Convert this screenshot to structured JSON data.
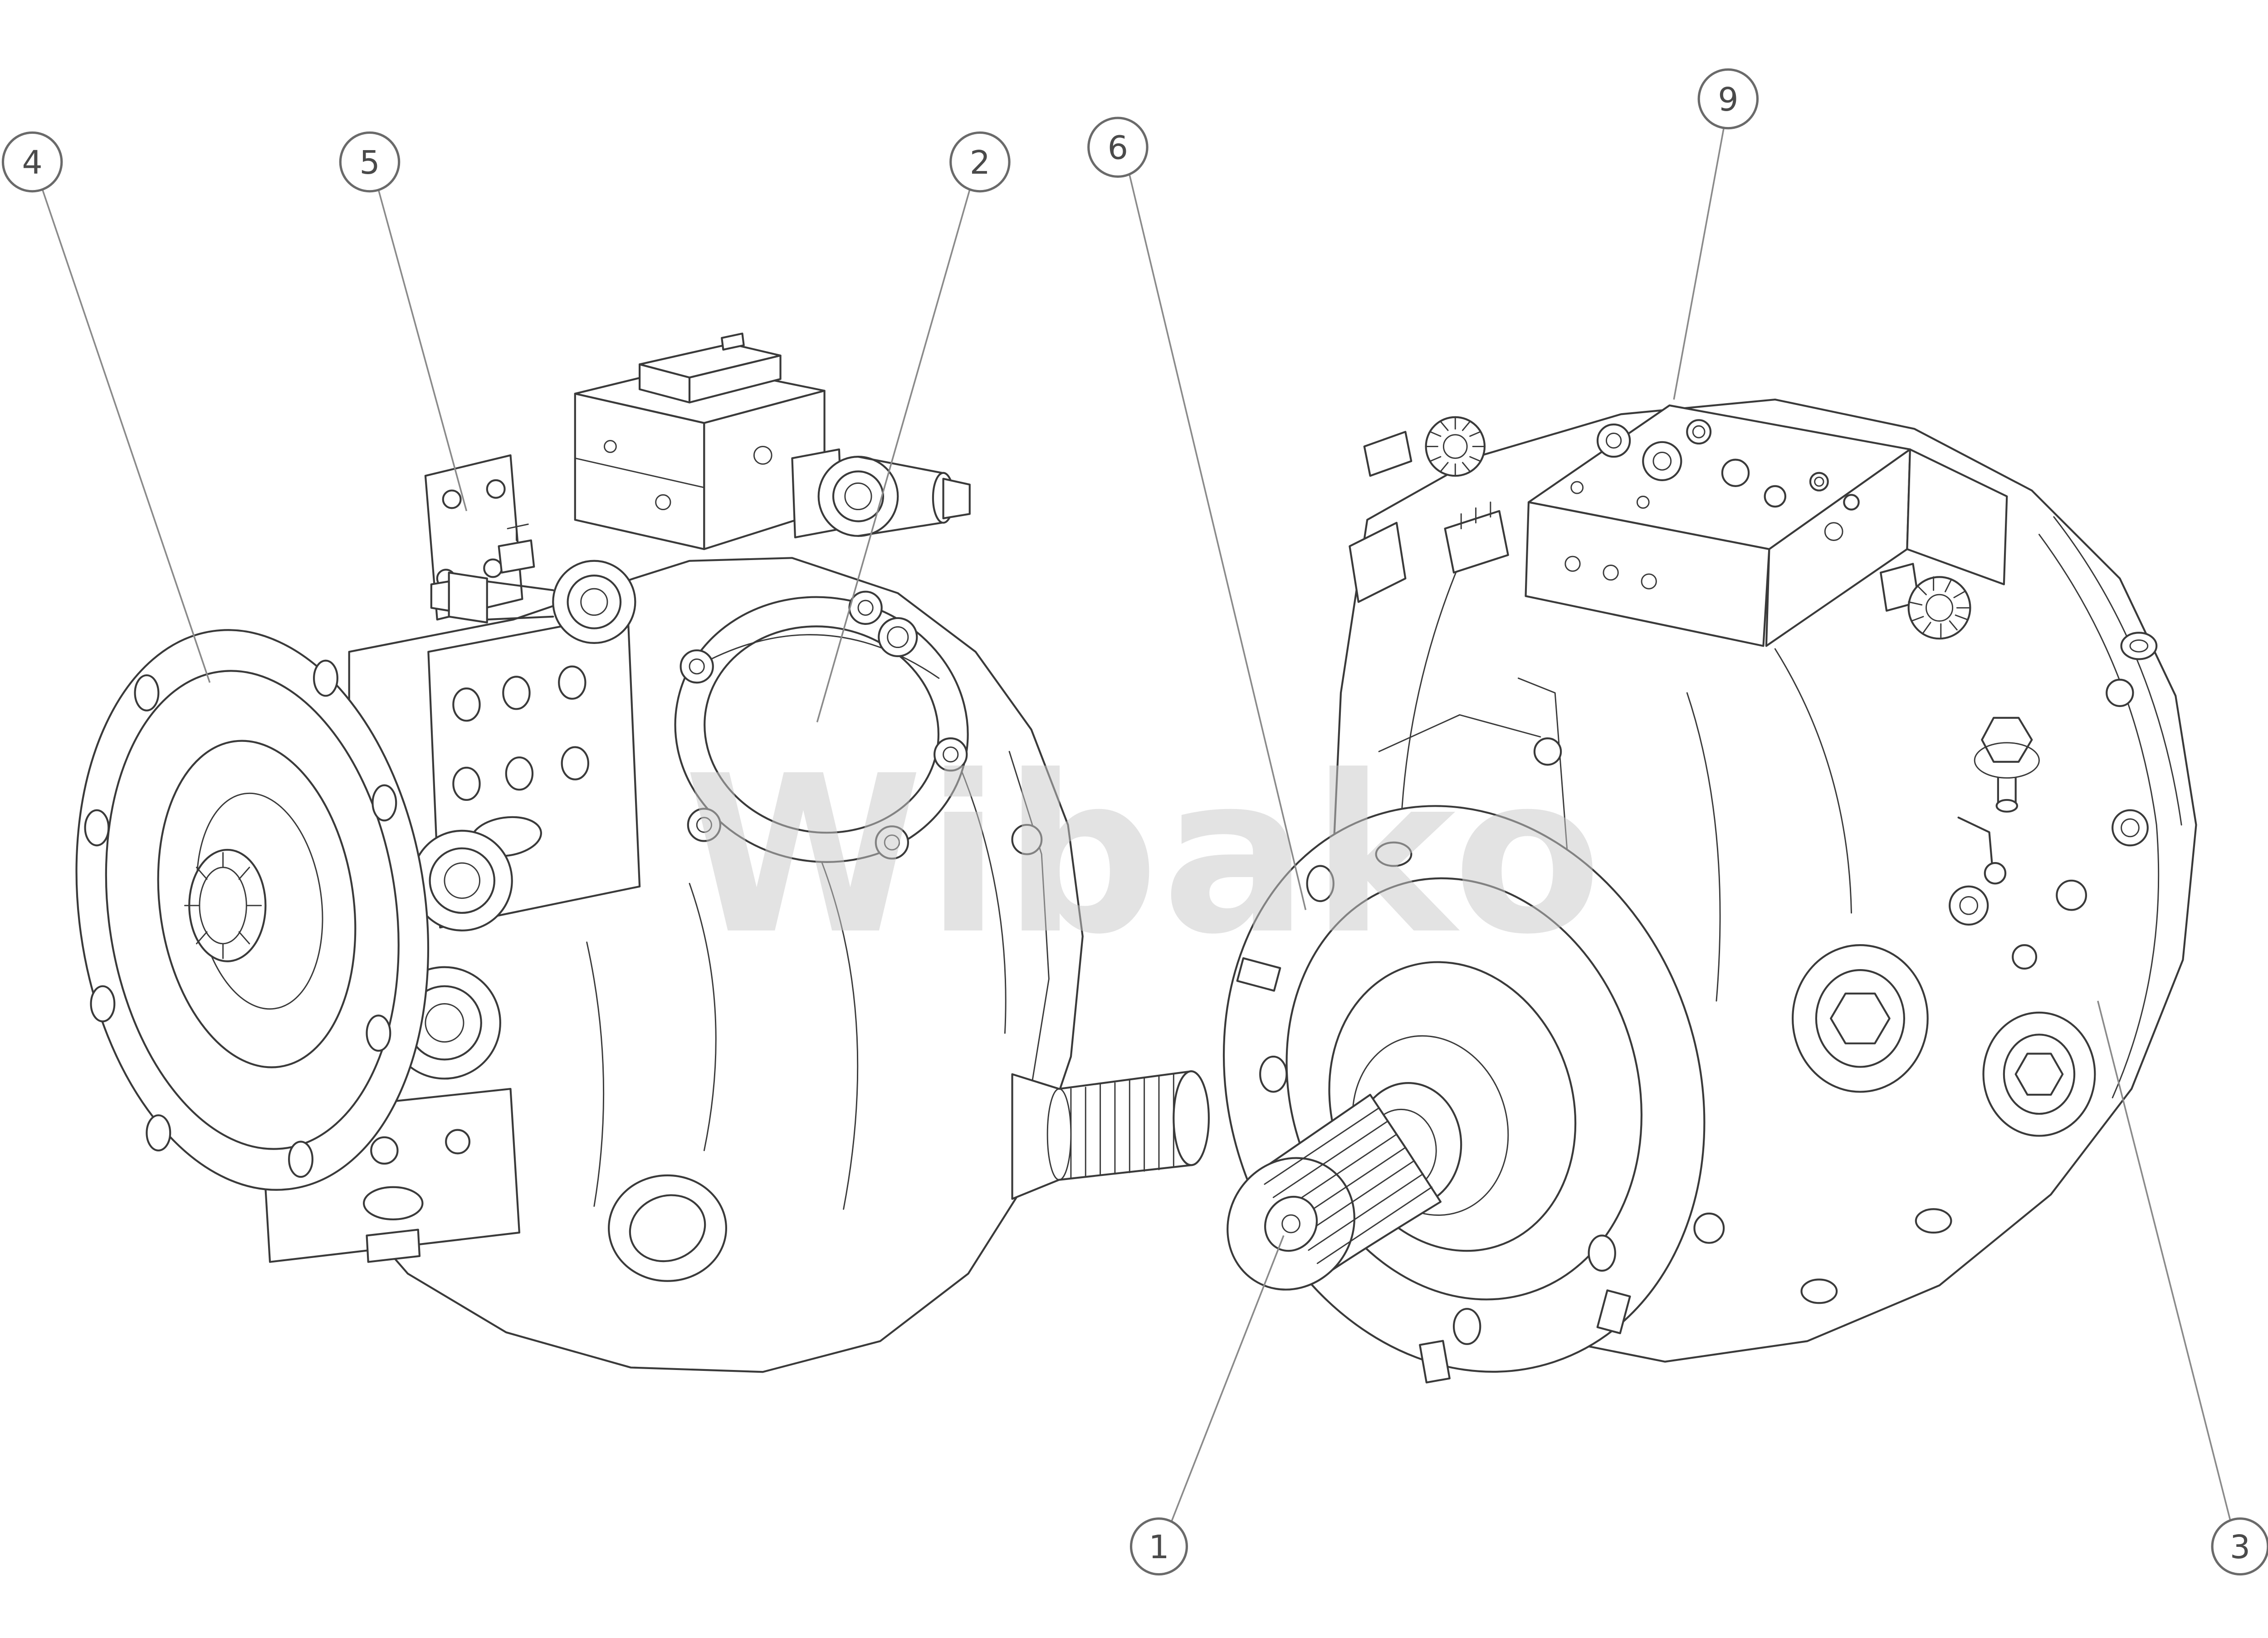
{
  "diagram": {
    "type": "technical-parts-diagram",
    "description": "Isometric CAD line drawing of two hydraulic axial piston pump assemblies with numbered part callouts",
    "watermark": "Wibako",
    "background": "#ffffff",
    "line_color": "#3a3a3a"
  },
  "callouts": [
    {
      "number": "4"
    },
    {
      "number": "5"
    },
    {
      "number": "2"
    },
    {
      "number": "6"
    },
    {
      "number": "9"
    },
    {
      "number": "1"
    },
    {
      "number": "3"
    }
  ]
}
